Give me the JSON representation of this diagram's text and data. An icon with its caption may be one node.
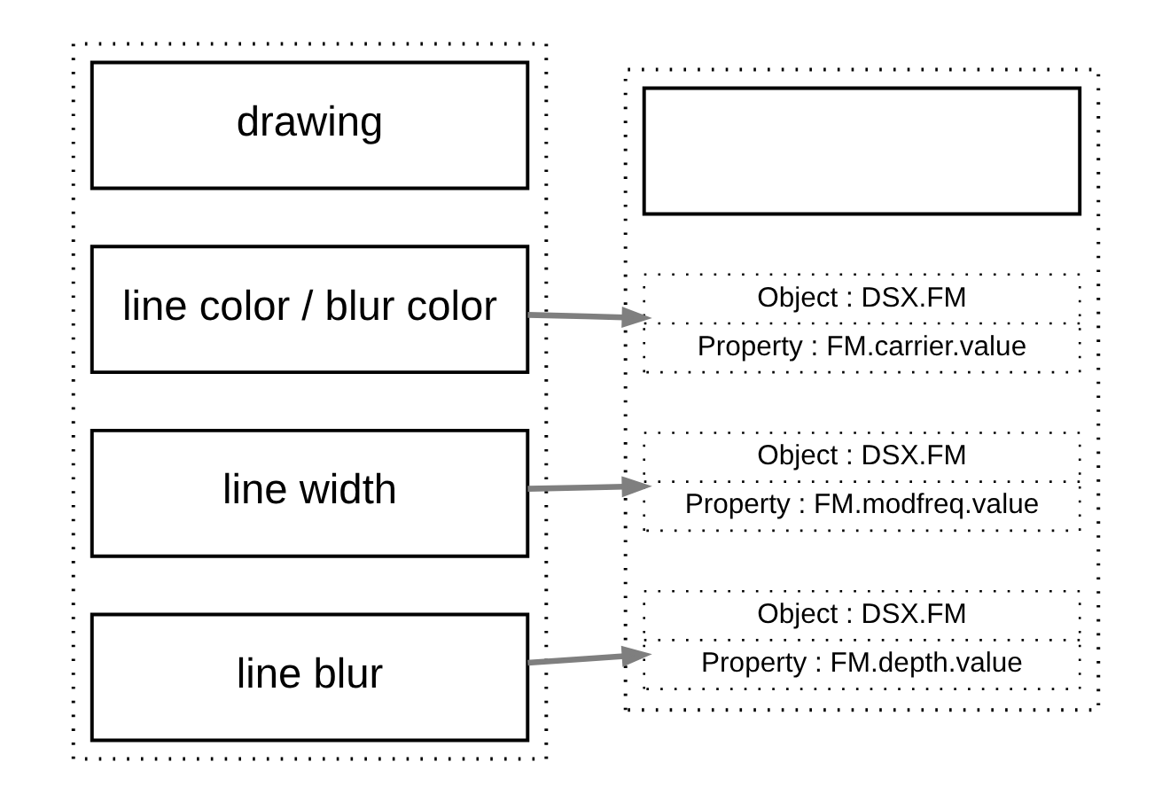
{
  "diagram": {
    "nodes": [
      {
        "text": [],
        "shape": "box"
      },
      {
        "text": [
          "drawing"
        ],
        "in": 0
      },
      {
        "text": [
          "line color / blur color"
        ],
        "in": 0
      },
      {
        "text": [
          "line width"
        ],
        "in": 0
      },
      {
        "text": [
          "line blur"
        ],
        "in": 0
      },
      {
        "text": [],
        "shape": "box"
      },
      {
        "text": [],
        "shape": "box",
        "in": 5
      },
      {
        "text": [
          "Object : DSX.FM",
          "Property : FM.carrier.value"
        ],
        "in": 5
      },
      {
        "text": [
          "Object : DSX.FM",
          "Property : FM.modfreq.value"
        ],
        "in": 5
      },
      {
        "text": [
          "Object : DSX.FM",
          "Property : FM.depth.value"
        ],
        "in": 5
      }
    ],
    "edges": [
      {
        "from": 2,
        "to": 7,
        "arrow": "to",
        "color": "#7f7f7f"
      },
      {
        "from": 3,
        "to": 8,
        "arrow": "to",
        "color": "#7f7f7f"
      },
      {
        "from": 4,
        "to": 9,
        "arrow": "to",
        "color": "#7f7f7f"
      }
    ]
  }
}
